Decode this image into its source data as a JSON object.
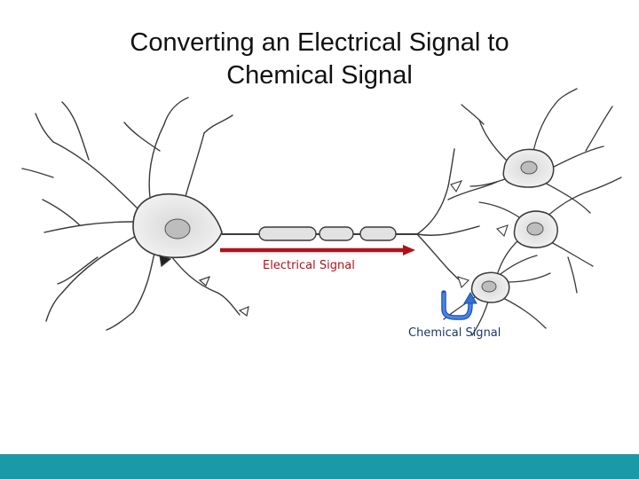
{
  "slide": {
    "title_line1": "Converting an Electrical Signal to",
    "title_line2": "Chemical Signal"
  },
  "diagram": {
    "electrical_label": "Electrical Signal",
    "chemical_label": "Chemical Signal",
    "colors": {
      "electrical_arrow": "#b0121b",
      "chemical_arrow": "#2f6fd6",
      "neuron_outline": "#3a3a3a",
      "footer": "#1a9aa8"
    }
  }
}
